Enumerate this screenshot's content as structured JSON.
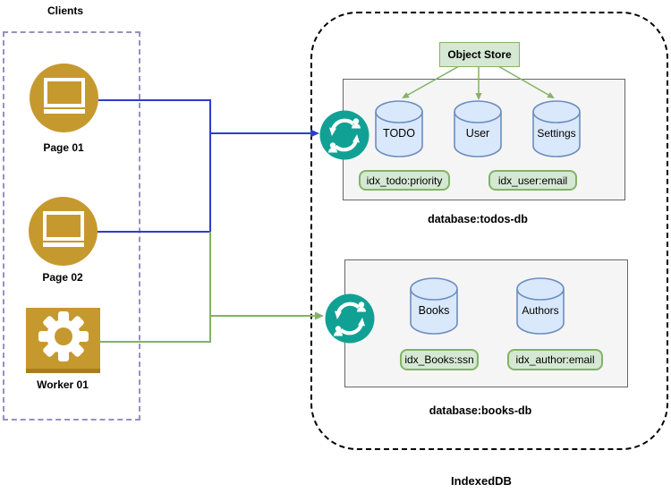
{
  "clients": {
    "title": "Clients",
    "items": [
      {
        "label": "Page 01",
        "icon": "monitor-icon"
      },
      {
        "label": "Page 02",
        "icon": "monitor-icon"
      },
      {
        "label": "Worker 01",
        "icon": "gear-icon"
      }
    ]
  },
  "db": {
    "title": "IndexedDB",
    "object_store_label": "Object Store",
    "databases": [
      {
        "caption": "database:todos-db",
        "sync_icon": "sync-icon",
        "stores": [
          {
            "label": "TODO"
          },
          {
            "label": "User"
          },
          {
            "label": "Settings"
          }
        ],
        "indexes": [
          {
            "label": "idx_todo:priority"
          },
          {
            "label": "idx_user:email"
          }
        ]
      },
      {
        "caption": "database:books-db",
        "sync_icon": "sync-icon",
        "stores": [
          {
            "label": "Books"
          },
          {
            "label": "Authors"
          }
        ],
        "indexes": [
          {
            "label": "idx_Books:ssn"
          },
          {
            "label": "idx_author:email"
          }
        ]
      }
    ]
  },
  "colors": {
    "client_gold": "#C6992F",
    "client_gold_shadow": "#A67E20",
    "sync_teal": "#11A194",
    "cylinder_fill": "#DAE8FC",
    "cylinder_border": "#6C8EBF",
    "green_fill": "#D5E8D4",
    "green_border": "#82B366",
    "panel_fill": "#F5F5F5",
    "panel_border": "#666666",
    "blue_connector": "#2D3EC8",
    "green_connector": "#82B366",
    "clients_dash_border": "#9A8FBF",
    "indexeddb_dash_border": "#000000"
  }
}
